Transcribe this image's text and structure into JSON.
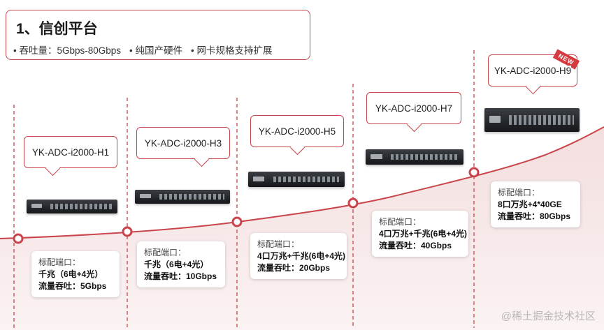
{
  "header": {
    "title": "1、信创平台",
    "features": [
      "吞吐量：5Gbps-80Gbps",
      "纯国产硬件",
      "网卡规格支持扩展"
    ]
  },
  "models": [
    {
      "name": "YK-ADC-i2000-H1",
      "spec_label": "标配端口：",
      "ports": "千兆（6电+4光）",
      "throughput": "流量吞吐：5Gbps"
    },
    {
      "name": "YK-ADC-i2000-H3",
      "spec_label": "标配端口：",
      "ports": "千兆（6电+4光）",
      "throughput": "流量吞吐：10Gbps"
    },
    {
      "name": "YK-ADC-i2000-H5",
      "spec_label": "标配端口：",
      "ports": "4口万兆+千兆(6电+4光)",
      "throughput": "流量吞吐：20Gbps"
    },
    {
      "name": "YK-ADC-i2000-H7",
      "spec_label": "标配端口：",
      "ports": "4口万兆+千兆(6电+4光)",
      "throughput": "流量吞吐：40Gbps"
    },
    {
      "name": "YK-ADC-i2000-H9",
      "spec_label": "标配端口：",
      "ports": "8口万兆+4*40GE",
      "throughput": "流量吞吐：80Gbps"
    }
  ],
  "badge": {
    "text": "NEW"
  },
  "watermark": "@稀土掘金技术社区",
  "colors": {
    "accent": "#c9454b",
    "wave_fill": "#f6e6e6"
  }
}
